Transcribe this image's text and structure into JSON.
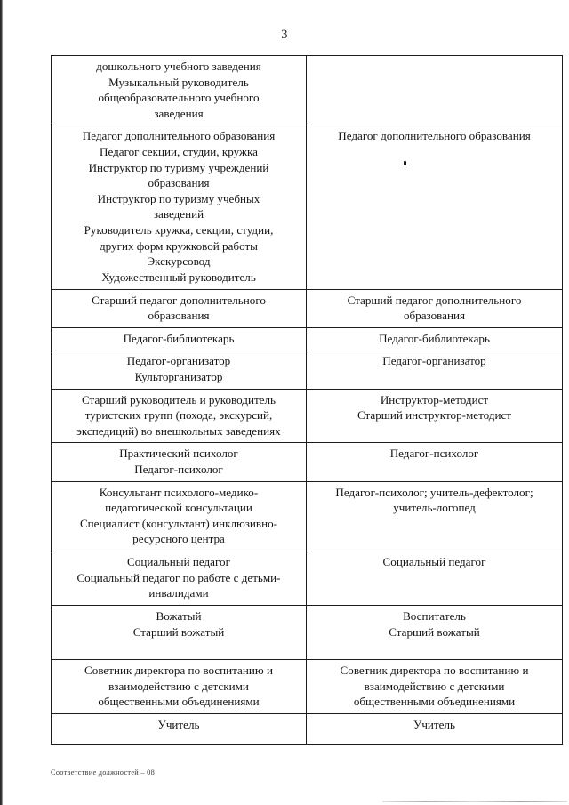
{
  "document": {
    "page_number": "3",
    "footer_note": "Соответствие должностей – 08"
  },
  "table": {
    "rows": [
      {
        "left": [
          "дошкольного учебного заведения",
          "Музыкальный руководитель",
          "общеобразовательного учебного",
          "заведения"
        ],
        "right": []
      },
      {
        "left": [
          "Педагог дополнительного образования",
          "Педагог секции, студии, кружка",
          "Инструктор по туризму учреждений",
          "образования",
          "Инструктор по туризму учебных",
          "заведений",
          "Руководитель кружка, секции, студии,",
          "других форм кружковой работы",
          "Экскурсовод",
          "Художественный руководитель"
        ],
        "right": [
          "Педагог дополнительного образования"
        ]
      },
      {
        "left": [
          "Старший педагог дополнительного",
          "образования"
        ],
        "right": [
          "Старший педагог дополнительного",
          "образования"
        ]
      },
      {
        "left": [
          "Педагог-библиотекарь"
        ],
        "right": [
          "Педагог-библиотекарь"
        ]
      },
      {
        "left": [
          "Педагог-организатор",
          "Культорганизатор"
        ],
        "right": [
          "Педагог-организатор"
        ]
      },
      {
        "left": [
          "Старший руководитель и руководитель",
          "туристских групп (похода, экскурсий,",
          "экспедиций) во внешкольных заведениях"
        ],
        "right": [
          "Инструктор-методист",
          "Старший инструктор-методист"
        ]
      },
      {
        "left": [
          "Практический психолог",
          "Педагог-психолог"
        ],
        "right": [
          "Педагог-психолог"
        ]
      },
      {
        "left": [
          "Консультант психолого-медико-",
          "педагогической консультации",
          "Специалист (консультант) инклюзивно-",
          "ресурсного центра"
        ],
        "right": [
          "Педагог-психолог;  учитель-дефектолог;",
          "учитель-логопед"
        ]
      },
      {
        "left": [
          "Социальный педагог",
          "Социальный педагог по работе с детьми-",
          "инвалидами"
        ],
        "right": [
          "Социальный педагог"
        ]
      },
      {
        "left": [
          "Вожатый",
          "Старший вожатый"
        ],
        "right": [
          "Воспитатель",
          "Старший вожатый"
        ]
      },
      {
        "left": [
          "Советник директора по воспитанию и",
          "взаимодействию с детскими",
          "общественными объединениями"
        ],
        "right": [
          "Советник директора по воспитанию и",
          "взаимодействию с детскими",
          "общественными объединениями"
        ]
      },
      {
        "left": [
          "Учитель"
        ],
        "right": [
          "Учитель"
        ]
      }
    ]
  }
}
